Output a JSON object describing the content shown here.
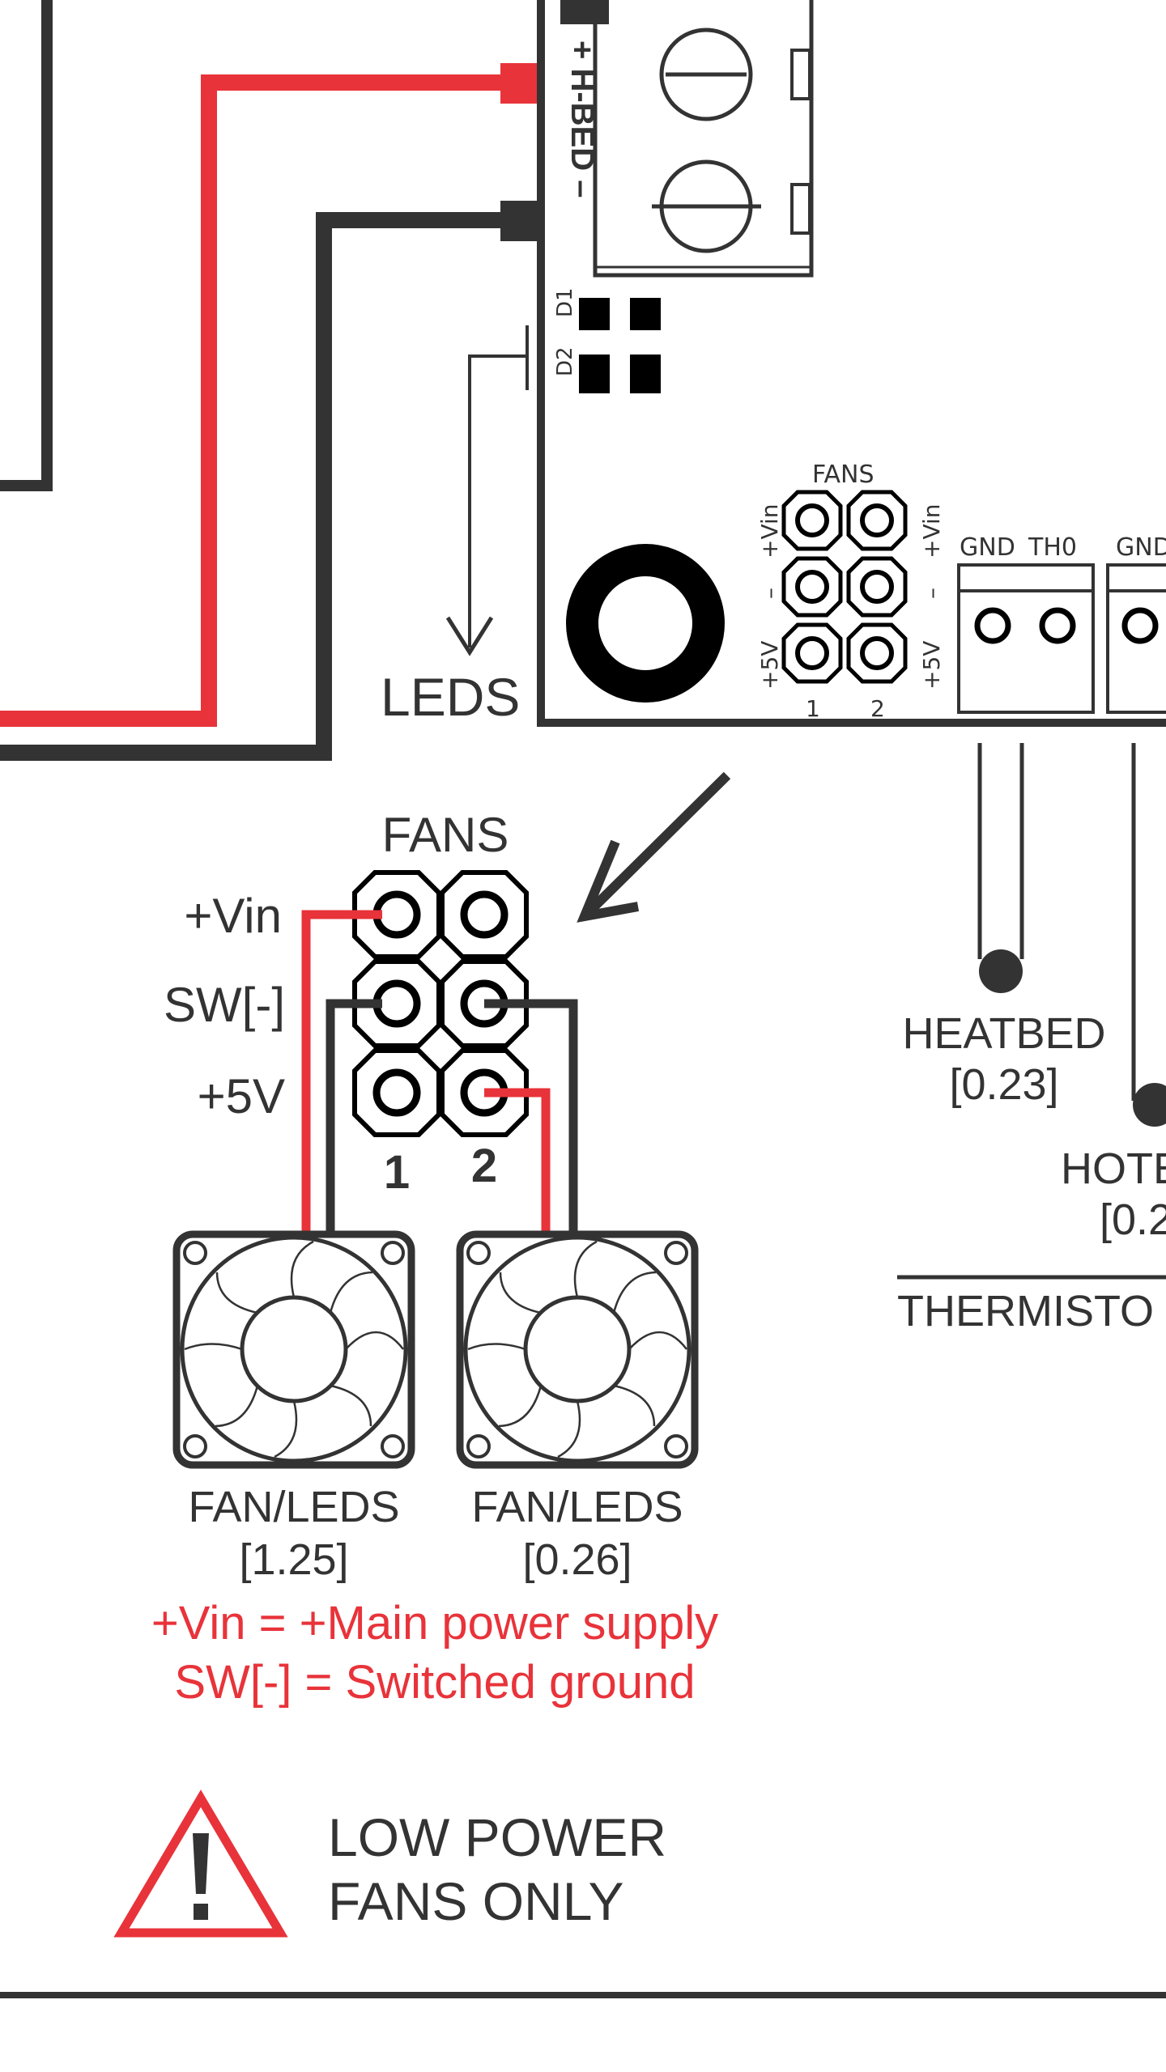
{
  "board": {
    "hbed_label": "+ H-BED –",
    "diode_labels": [
      "D1",
      "D2"
    ],
    "leds_label": "LEDS",
    "fans_header": {
      "title": "FANS",
      "left_labels": [
        "+Vin",
        "–",
        "+5V"
      ],
      "right_labels": [
        "+Vin",
        "–",
        "+5V"
      ],
      "column_numbers": [
        "1",
        "2"
      ]
    },
    "thermistor_connector_labels": [
      "GND",
      "TH0",
      "GND"
    ]
  },
  "fan_connector": {
    "title": "FANS",
    "row_labels": [
      "+Vin",
      "SW[-]",
      "+5V"
    ],
    "column_numbers": [
      "1",
      "2"
    ]
  },
  "fans": [
    {
      "label": "FAN/LEDS",
      "pin": "[1.25]"
    },
    {
      "label": "FAN/LEDS",
      "pin": "[0.26]"
    }
  ],
  "notes": [
    "+Vin = +Main power supply",
    "SW[-] = Switched ground"
  ],
  "warning": {
    "icon": "warning-triangle-icon",
    "lines": [
      "LOW POWER",
      "FANS ONLY"
    ]
  },
  "thermistors": {
    "heatbed_label": "HEATBED",
    "heatbed_pin": "[0.23]",
    "hotend_label": "HOTE",
    "hotend_pin": "[0.2",
    "section_label": "THERMISTO"
  },
  "colors": {
    "red": "#E8333A",
    "dark": "#333333",
    "black": "#000000"
  }
}
